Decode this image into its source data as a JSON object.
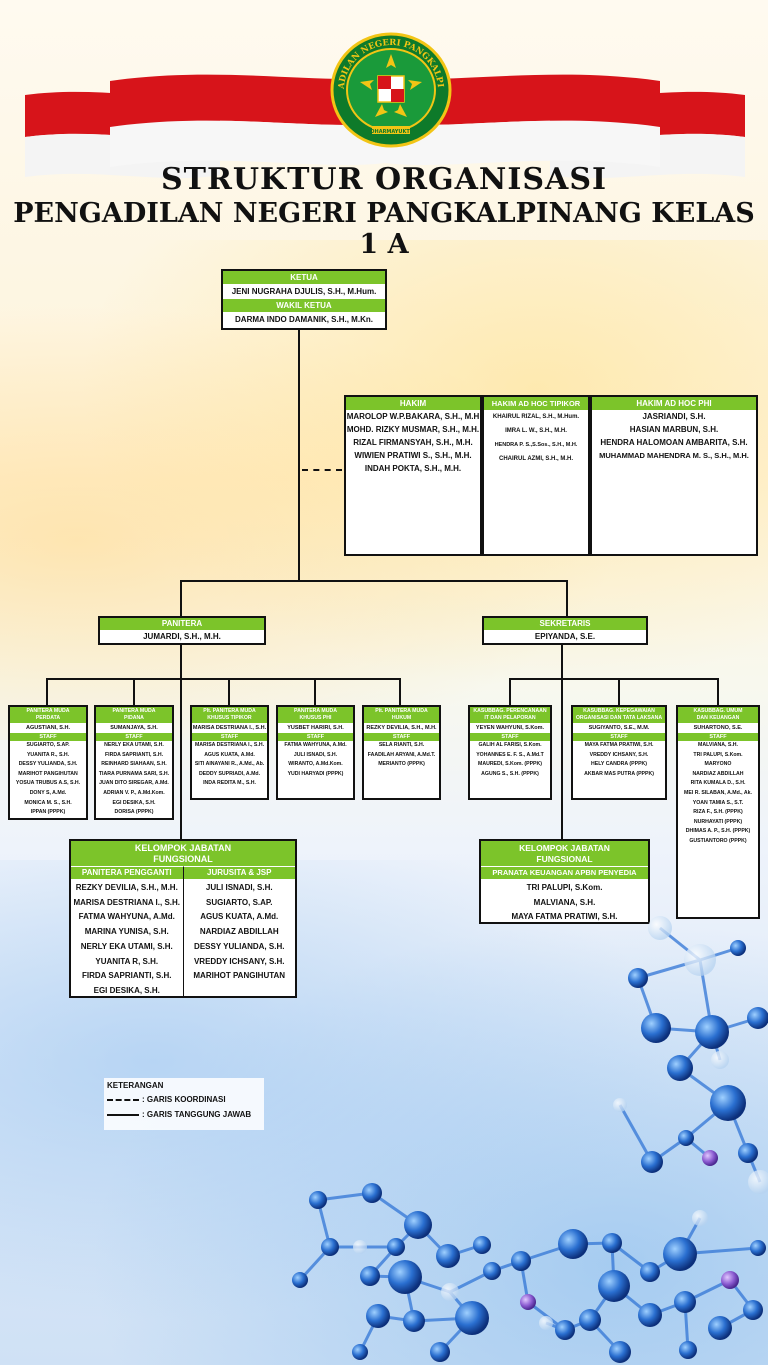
{
  "header": {
    "title1": "STRUKTUR ORGANISASI",
    "title2": "PENGADILAN NEGERI PANGKALPINANG KELAS 1 A",
    "logo_text": "PENGADILAN NEGERI PANGKALPINANG",
    "logo_motto": "DHARMAYUKTI"
  },
  "colors": {
    "green": "#7cc42a",
    "red": "#d7141a",
    "gold": "#f2c515"
  },
  "ketua": {
    "label": "KETUA",
    "name": "JENI NUGRAHA DJULIS, S.H., M.Hum.",
    "wakil_label": "WAKIL KETUA",
    "wakil_name": "DARMA INDO DAMANIK, S.H., M.Kn."
  },
  "hakim": {
    "label": "HAKIM",
    "members": [
      "MAROLOP W.P.BAKARA, S.H., M.H",
      "MOHD. RIZKY MUSMAR, S.H., M.H.",
      "RIZAL FIRMANSYAH, S.H., M.H.",
      "WIWIEN PRATIWI S., S.H., M.H.",
      "INDAH POKTA, S.H., M.H."
    ]
  },
  "hakim_tipikor": {
    "label": "HAKIM AD HOC TIPIKOR",
    "members": [
      "KHAIRUL RIZAL, S.H., M.Hum.",
      "IMRA L. W., S.H., M.H.",
      "HENDRA P. S.,S.Sos., S.H., M.H.",
      "CHAIRUL AZMI, S.H., M.H."
    ]
  },
  "hakim_phi": {
    "label": "HAKIM AD HOC PHI",
    "members": [
      "JASRIANDI, S.H.",
      "HASIAN MARBUN, S.H.",
      "HENDRA HALOMOAN  AMBARITA, S.H.",
      "MUHAMMAD MAHENDRA M. S., S.H., M.H."
    ]
  },
  "panitera": {
    "label": "PANITERA",
    "name": "JUMARDI, S.H., M.H."
  },
  "sekretaris": {
    "label": "SEKRETARIS",
    "name": "EPIYANDA, S.E."
  },
  "staff_label": "STAFF",
  "units": [
    {
      "title": [
        "PANITERA MUDA",
        "PERDATA"
      ],
      "head": "AGUSTIANI, S.H.",
      "staff": [
        "SUGIARTO, S.AP.",
        "YUANITA R., S.H.",
        "DESSY YULIANDA, S.H.",
        "MARIHOT PANGIHUTAN",
        "YOSUA TRUBUS A.S, S.H.",
        "DONY S, A.Md.",
        "MONICA M. S., S.H.",
        "IPPAN (PPPK)"
      ]
    },
    {
      "title": [
        "PANITERA MUDA",
        "PIDANA"
      ],
      "head": "SUMANJAYA, S.H.",
      "staff": [
        "NERLY EKA UTAMI, S.H.",
        "FIRDA SAPRIANTI, S.H.",
        "REINHARD SIAHAAN, S.H.",
        "TIARA PURNAMA SARI, S.H.",
        "JUAN DITO SIREGAR, A.Md.",
        "ADRIAN V. P., A.Md.Kom.",
        "EGI DESIKA, S.H.",
        "DORISA (PPPK)"
      ]
    },
    {
      "title": [
        "Plt. PANITERA MUDA",
        "KHUSUS TIPIKOR"
      ],
      "head": "MARISA DESTRIANA I., S.H.",
      "staff": [
        "MARISA DESTRIANA I., S.H.",
        "AGUS KUATA, A.Md.",
        "SITI AINAYANI R., A.Md., Ab.",
        "DEDDY SUPRIADI, A.Md.",
        "INDA REDITA M., S.H."
      ]
    },
    {
      "title": [
        "PANITERA MUDA",
        "KHUSUS PHI"
      ],
      "head": "YUSBET HARIRI, S.H.",
      "staff": [
        "FATMA WAHYUNA, A.Md.",
        "JULI ISNADI, S.H.",
        "WIRANTO, A.Md.Kom.",
        "YUDI HARYADI (PPPK)"
      ]
    },
    {
      "title": [
        "Plt. PANITERA MUDA",
        "HUKUM"
      ],
      "head": "REZKY DEVILIA, S.H., M.H.",
      "staff": [
        "SELA RIANTI, S.H.",
        "FAADILAH ARYANI, A.Md.T.",
        "MERIANTO (PPPK)"
      ]
    },
    {
      "title": [
        "KASUBBAG. PERENCANAAN",
        "IT DAN PELAPORAN"
      ],
      "head": "YEYEN WAHYUNI, S.Kom.",
      "staff": [
        "GALIH AL FARISI, S.Kom.",
        "YOHANNES E. F. S., A.Md.T",
        "MAUREDI, S.Kom. (PPPK)",
        "AGUNG S., S.H. (PPPK)"
      ]
    },
    {
      "title": [
        "KASUBBAG. KEPEGAWAIAN",
        "ORGANISASI DAN TATA LAKSANA"
      ],
      "head": "SUGIYANTO, S.E., M.M.",
      "staff": [
        "MAYA FATMA PRATIWI, S.H.",
        "VREDDY ICHSANY, S.H.",
        "HELY CANDRA (PPPK)",
        "AKBAR MAS PUTRA (PPPK)"
      ]
    },
    {
      "title": [
        "KASUBBAG. UMUM",
        "DAN KEUANGAN"
      ],
      "head": "SUHARTONO, S.E.",
      "staff": [
        "MALVIANA, S.H.",
        "TRI PALUPI, S.Kom.",
        "MARYONO",
        "NARDIAZ ABDILLAH",
        "RITA KUMALA D., S.H.",
        "MEI R. SILABAN, A.Md., Ak.",
        "YOAN TAMIA S., S.T.",
        "RIZA F., S.H. (PPPK)",
        "NURHAYATI (PPPK)",
        "DHIMAS A. P., S.H. (PPPK)",
        "GUSTIANTORO (PPPK)"
      ]
    }
  ],
  "kjf_left": {
    "title": [
      "KELOMPOK JABATAN",
      "FUNGSIONAL"
    ],
    "col1_label": "PANITERA PENGGANTI",
    "col2_label": "JURUSITA & JSP",
    "col1": [
      "REZKY DEVILIA, S.H., M.H.",
      "MARISA DESTRIANA I., S.H.",
      "FATMA WAHYUNA, A.Md.",
      "MARINA YUNISA, S.H.",
      "NERLY EKA UTAMI, S.H.",
      "YUANITA R, S.H.",
      "FIRDA SAPRIANTI, S.H.",
      "EGI DESIKA, S.H."
    ],
    "col2": [
      "JULI ISNADI, S.H.",
      "SUGIARTO, S.AP.",
      "AGUS KUATA, A.Md.",
      "NARDIAZ ABDILLAH",
      "DESSY YULIANDA, S.H.",
      "VREDDY ICHSANY, S.H.",
      "MARIHOT PANGIHUTAN"
    ]
  },
  "kjf_right": {
    "title": [
      "KELOMPOK JABATAN",
      "FUNGSIONAL"
    ],
    "sub_label": "PRANATA KEUANGAN APBN PENYEDIA",
    "members": [
      "TRI PALUPI, S.Kom.",
      "MALVIANA, S.H.",
      "MAYA FATMA PRATIWI, S.H."
    ]
  },
  "legend": {
    "title": "KETERANGAN",
    "dashed": ": GARIS KOORDINASI",
    "solid": ": GARIS TANGGUNG JAWAB"
  }
}
